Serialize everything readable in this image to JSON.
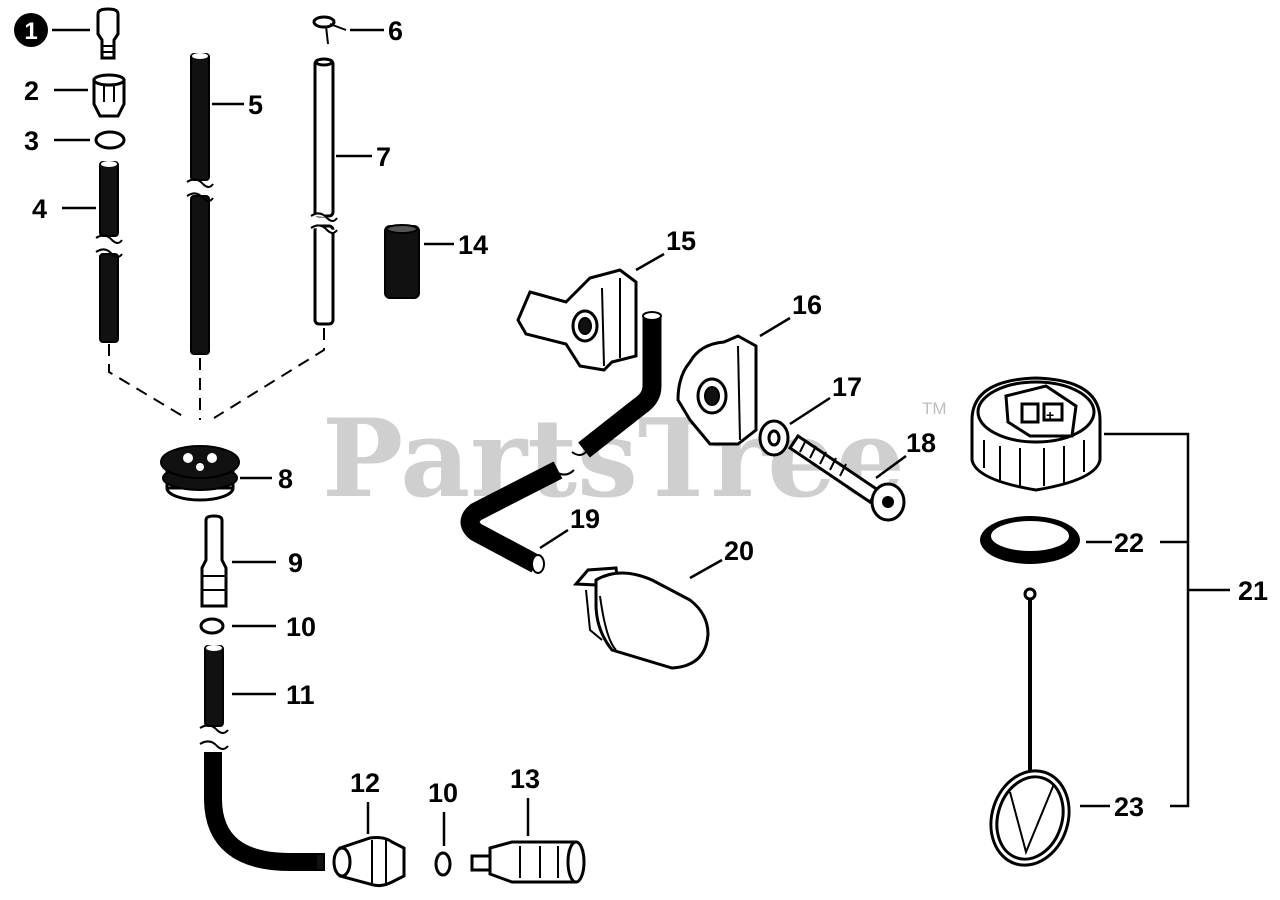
{
  "watermark": {
    "text": "PartsTree",
    "trademark": "TM"
  },
  "callouts": [
    {
      "id": "c1",
      "label": "1"
    },
    {
      "id": "c2",
      "label": "2"
    },
    {
      "id": "c3",
      "label": "3"
    },
    {
      "id": "c4",
      "label": "4"
    },
    {
      "id": "c5",
      "label": "5"
    },
    {
      "id": "c6",
      "label": "6"
    },
    {
      "id": "c7",
      "label": "7"
    },
    {
      "id": "c8",
      "label": "8"
    },
    {
      "id": "c9",
      "label": "9"
    },
    {
      "id": "c10a",
      "label": "10"
    },
    {
      "id": "c11",
      "label": "11"
    },
    {
      "id": "c12",
      "label": "12"
    },
    {
      "id": "c10b",
      "label": "10"
    },
    {
      "id": "c13",
      "label": "13"
    },
    {
      "id": "c14",
      "label": "14"
    },
    {
      "id": "c15",
      "label": "15"
    },
    {
      "id": "c16",
      "label": "16"
    },
    {
      "id": "c17",
      "label": "17"
    },
    {
      "id": "c18",
      "label": "18"
    },
    {
      "id": "c19",
      "label": "19"
    },
    {
      "id": "c20",
      "label": "20"
    },
    {
      "id": "c21",
      "label": "21"
    },
    {
      "id": "c22",
      "label": "22"
    },
    {
      "id": "c23",
      "label": "23"
    }
  ]
}
